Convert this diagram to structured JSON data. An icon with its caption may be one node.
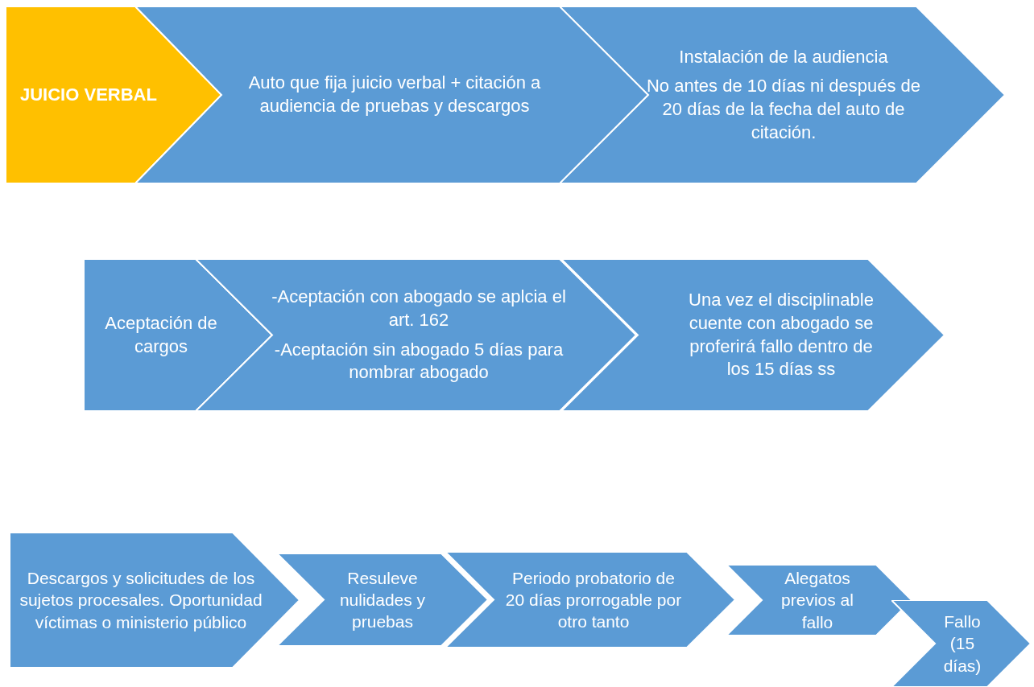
{
  "diagram": {
    "nodes": [
      {
        "text": [
          "JUICIO VERBAL"
        ]
      },
      {
        "text": [
          "Auto que fija juicio verbal + citación a audiencia de pruebas y descargos"
        ]
      },
      {
        "text": [
          "Instalación de la audiencia",
          "No antes de 10 días ni después de 20 días de la fecha del auto de citación."
        ]
      },
      {
        "text": [
          "Aceptación de cargos"
        ]
      },
      {
        "text": [
          "-Aceptación con abogado se aplcia el art. 162",
          "-Aceptación sin abogado 5 días para nombrar abogado"
        ]
      },
      {
        "text": [
          "Una vez el disciplinable cuente con abogado se proferirá fallo dentro de los 15 días ss"
        ]
      },
      {
        "text": [
          "Descargos y solicitudes de los sujetos procesales. Oportunidad víctimas o ministerio público"
        ]
      },
      {
        "text": [
          "Resuleve nulidades y pruebas"
        ]
      },
      {
        "text": [
          "Periodo probatorio de 20 días prorrogable por otro tanto"
        ]
      },
      {
        "text": [
          "Alegatos previos al fallo"
        ]
      },
      {
        "text": [
          "Fallo (15 días)"
        ]
      }
    ]
  }
}
